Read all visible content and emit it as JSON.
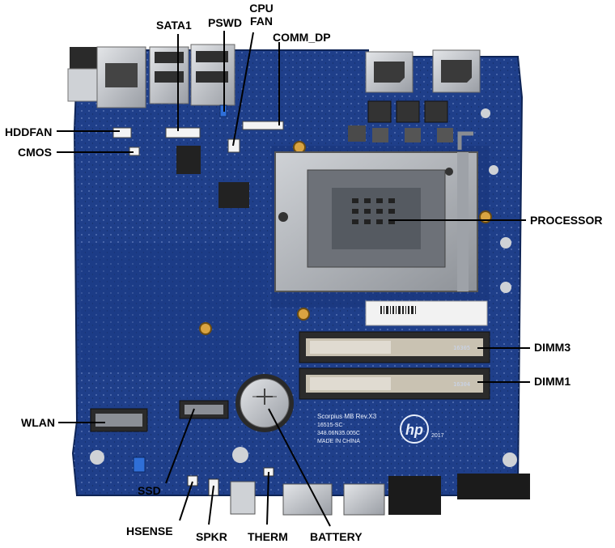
{
  "diagram": {
    "labels": {
      "sata1": "SATA1",
      "pswd": "PSWD",
      "cpu_fan_line1": "CPU",
      "cpu_fan_line2": "FAN",
      "comm_dp": "COMM_DP",
      "hddfan": "HDDFAN",
      "cmos": "CMOS",
      "processor": "PROCESSOR",
      "dimm3": "DIMM3",
      "dimm1": "DIMM1",
      "wlan": "WLAN",
      "ssd": "SSD",
      "hsense": "HSENSE",
      "spkr": "SPKR",
      "therm": "THERM",
      "battery": "BATTERY"
    },
    "silkscreen": {
      "board_model": "Scorpius MB Rev.X3",
      "part_number": "16515-SC",
      "pn_code": "348.06N35.005C",
      "made_in": "MADE IN CHINA",
      "year": "2017",
      "dimm_top": "16305",
      "dimm_bottom": "16304",
      "hp_logo": "hp"
    },
    "colors": {
      "pcb": "#1f3f8a",
      "pcb_dark": "#15306e",
      "leader": "#000000",
      "metal": "#b9bcc2"
    }
  }
}
